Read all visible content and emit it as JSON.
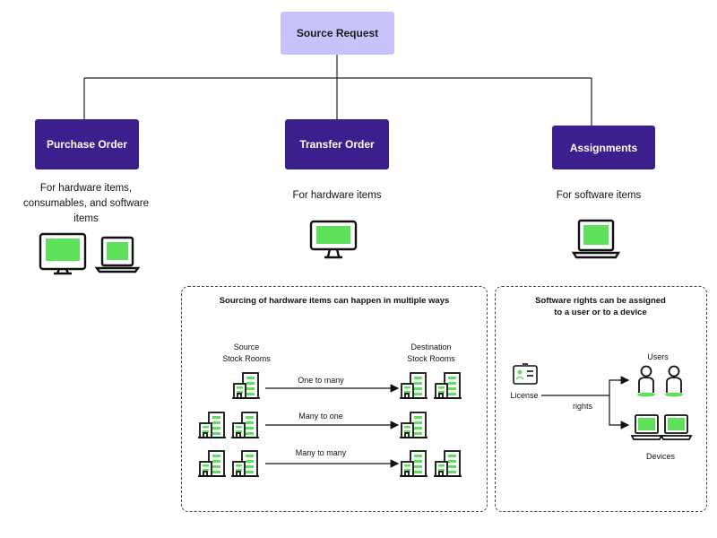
{
  "source": {
    "title": "Source Request"
  },
  "branches": [
    {
      "title": "Purchase Order",
      "description": "For hardware items, consumables, and software items"
    },
    {
      "title": "Transfer Order",
      "description": "For hardware items"
    },
    {
      "title": "Assignments",
      "description": "For software items"
    }
  ],
  "hardware_panel": {
    "title": "Sourcing of hardware items can  happen in multiple ways",
    "source_label_line1": "Source",
    "source_label_line2": "Stock Rooms",
    "destination_label_line1": "Destination",
    "destination_label_line2": "Stock Rooms",
    "flows": [
      "One to many",
      "Many to one",
      "Many to many"
    ]
  },
  "software_panel": {
    "title_line1": "Software rights can be assigned",
    "title_line2": "to a user or to a device",
    "license_label": "License",
    "rights_label": "rights",
    "users_label": "Users",
    "devices_label": "Devices"
  },
  "colors": {
    "accent_green": "#5ee05a",
    "purple": "#3b1f8c",
    "lavender": "#c9c3fb"
  },
  "icons": [
    "monitor-icon",
    "laptop-icon",
    "building-icon",
    "id-card-icon",
    "user-icon"
  ]
}
